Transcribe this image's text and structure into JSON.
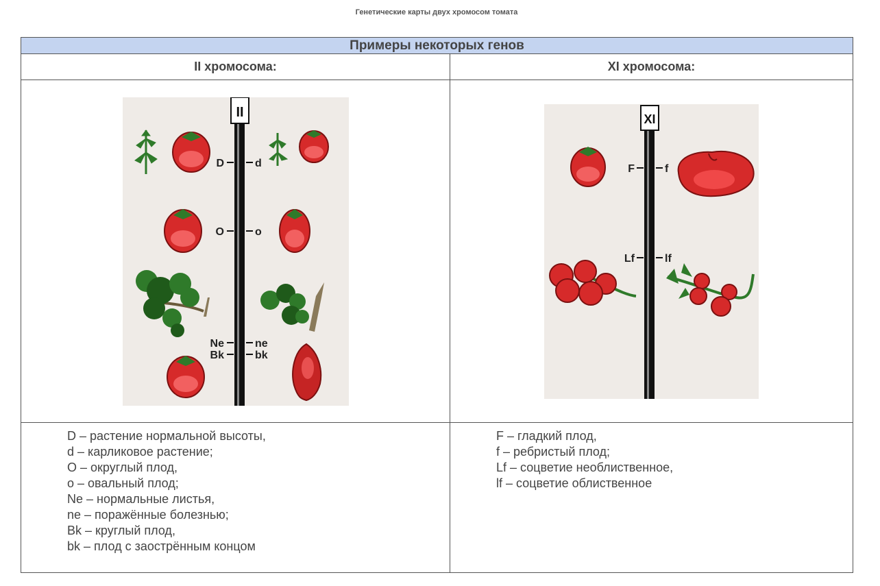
{
  "caption": "Генетические карты двух хромосом томата",
  "table": {
    "title": "Примеры некоторых генов",
    "columns": [
      {
        "header": "II хромосома:",
        "chromosome_label": "II",
        "markers": [
          {
            "left": "D",
            "right": "d"
          },
          {
            "left": "O",
            "right": "o"
          },
          {
            "left": "Ne",
            "right": "ne"
          },
          {
            "left": "Bk",
            "right": "bk"
          }
        ],
        "legend": [
          "D – растение нормальной высоты,",
          "d – карликовое растение;",
          "O – округлый плод,",
          "o – овальный плод;",
          "Ne – нормальные листья,",
          "ne – поражённые болезнью;",
          "Bk – круглый плод,",
          "bk – плод с заострённым концом"
        ]
      },
      {
        "header": "XI хромосома:",
        "chromosome_label": "XI",
        "markers": [
          {
            "left": "F",
            "right": "f"
          },
          {
            "left": "Lf",
            "right": "lf"
          }
        ],
        "legend": [
          "F – гладкий плод,",
          "f – ребристый плод;",
          "Lf – соцветие необлиственное,",
          "lf – соцветие облиственное"
        ]
      }
    ]
  },
  "colors": {
    "title_band": "#c4d4f0",
    "panel_bg": "#efebe7",
    "tomato_red": "#d62a2a",
    "leaf_green": "#2f7a2a",
    "chromosome": "#111111"
  }
}
